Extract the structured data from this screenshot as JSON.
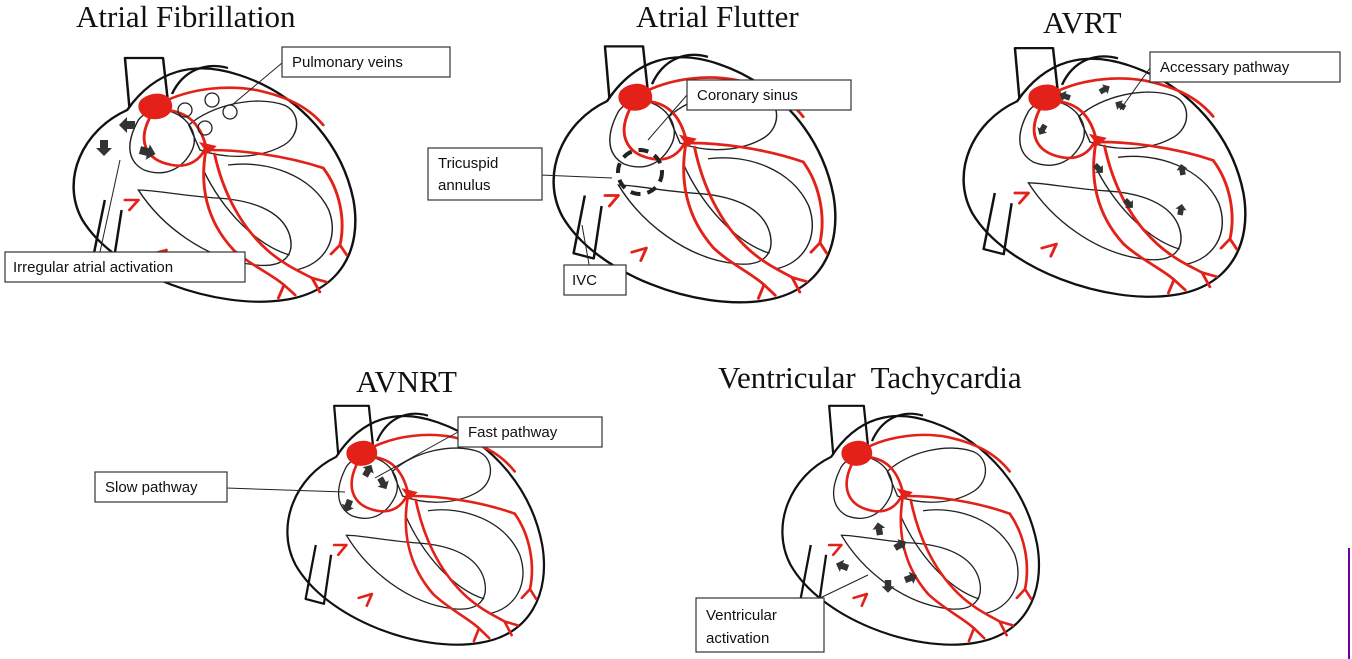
{
  "panels": [
    {
      "title": "Atrial Fibrillation",
      "labels": [
        "Pulmonary veins",
        "Irregular atrial activation"
      ]
    },
    {
      "title": "Atrial Flutter",
      "labels": [
        "Coronary sinus",
        "Tricuspid",
        "annulus",
        "IVC"
      ]
    },
    {
      "title": "AVRT",
      "labels": [
        "Accessary pathway"
      ]
    },
    {
      "title": "AVNRT",
      "labels": [
        "Fast pathway",
        "Slow pathway"
      ]
    },
    {
      "title": "Ventricular  Tachycardia",
      "labels": [
        "Ventricular",
        "activation"
      ]
    }
  ],
  "colors": {
    "conduction": "#e32119",
    "outline": "#111111",
    "arrows": "#333333"
  },
  "icons": [
    "heart-diagram",
    "activation-arrow"
  ]
}
